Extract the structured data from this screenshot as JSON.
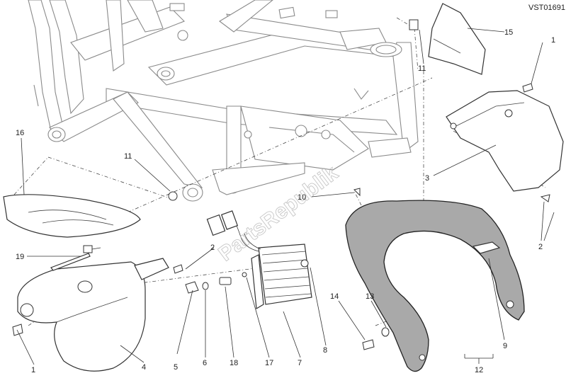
{
  "diagram": {
    "code": "VST01691",
    "watermark": "PartsRepublik",
    "callouts": [
      "1",
      "1",
      "2",
      "2",
      "2",
      "3",
      "4",
      "5",
      "6",
      "7",
      "8",
      "9",
      "10",
      "11",
      "11",
      "12",
      "13",
      "14",
      "15",
      "16",
      "17",
      "18",
      "19"
    ]
  }
}
